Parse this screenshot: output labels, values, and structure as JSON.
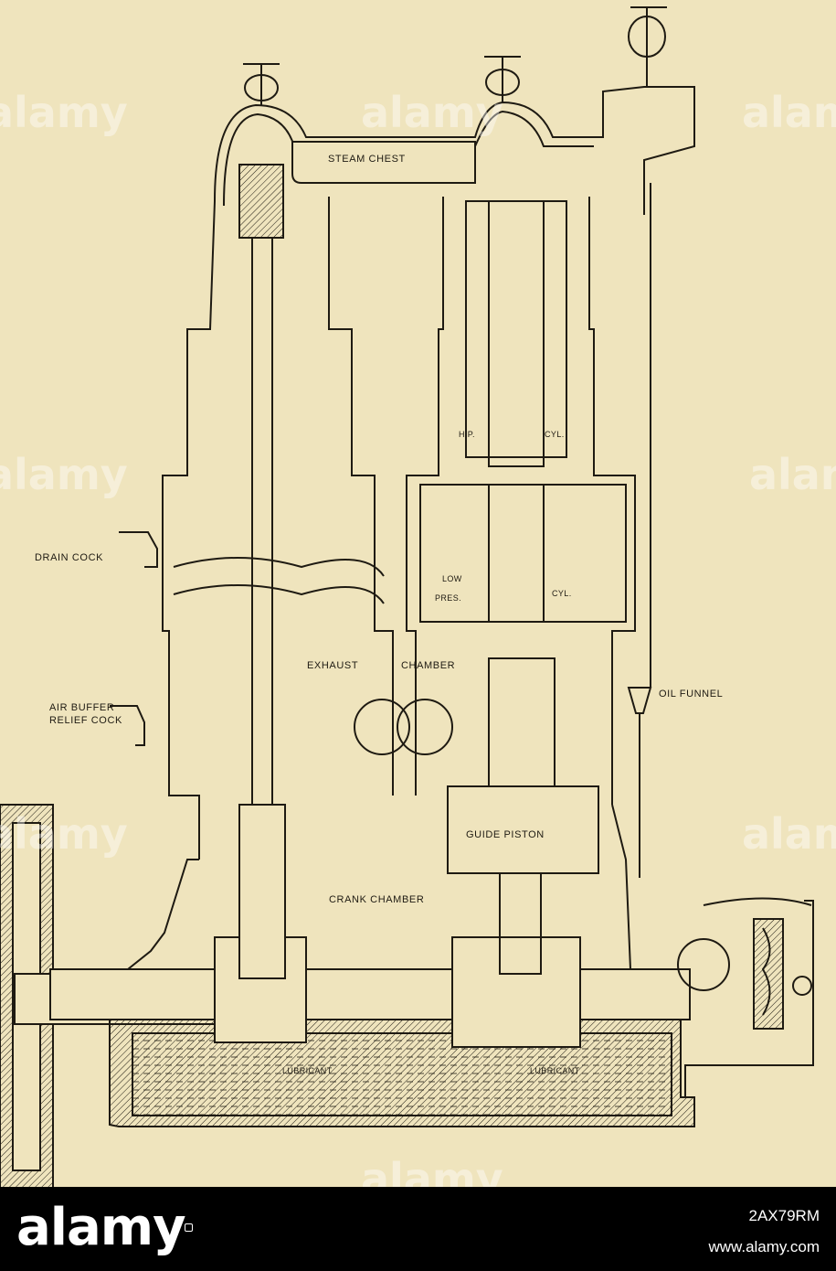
{
  "diagram": {
    "labels": {
      "steam_chest": "STEAM CHEST",
      "hp_left": "H.P.",
      "hp_right": "CYL.",
      "low_pres_1": "LOW",
      "low_pres_2": "PRES.",
      "lp_cyl": "CYL.",
      "drain_cock": "DRAIN COCK",
      "exhaust": "EXHAUST",
      "chamber": "CHAMBER",
      "oil_funnel": "OIL FUNNEL",
      "air_buffer_1": "AIR BUFFER",
      "air_buffer_2": "RELIEF COCK",
      "guide_piston": "GUIDE PISTON",
      "crank_chamber": "CRANK CHAMBER",
      "lubricant_left": "LUBRICANT",
      "lubricant_right": "LUBRICANT"
    },
    "colors": {
      "paper": "#efe4bd",
      "ink": "#1e1a12"
    }
  },
  "watermark": {
    "text": "alamy"
  },
  "footer": {
    "logo": "alamy",
    "image_id": "2AX79RM",
    "site": "www.alamy.com"
  }
}
